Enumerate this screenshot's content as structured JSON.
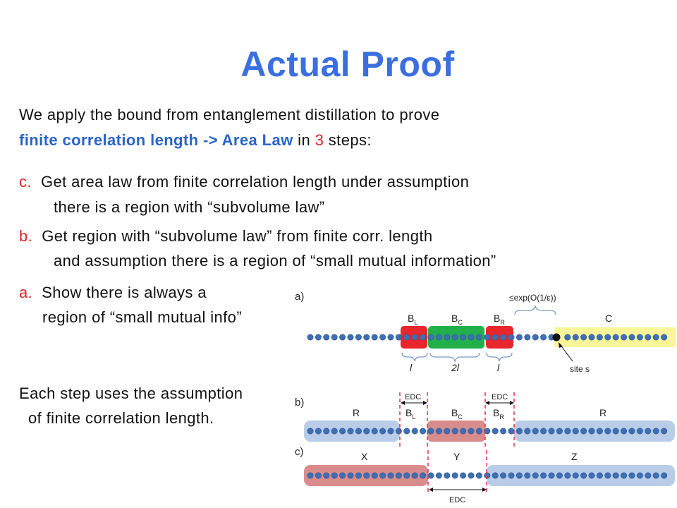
{
  "title": "Actual Proof",
  "intro": {
    "line1": "We apply the bound from entanglement distillation to prove",
    "highlight": "finite correlation length -> Area Law",
    "in": " in ",
    "count": "3",
    "steps": " steps:"
  },
  "steps": [
    {
      "label": "c.",
      "line1": "Get area law from finite correlation length under assumption",
      "line2": "there is a region with “subvolume law”"
    },
    {
      "label": "b.",
      "line1": "Get region with “subvolume law” from finite corr. length",
      "line2": "and assumption there is a region of “small mutual information”"
    },
    {
      "label": "a.",
      "line1": "Show there is always a",
      "line2": "region of “small mutual info”"
    }
  ],
  "note": {
    "line1": "Each step uses the assumption",
    "line2": "of finite correlation length."
  },
  "diagram": {
    "panel_a": {
      "tag": "a)",
      "bl": "B",
      "bl_sub": "L",
      "bc": "B",
      "bc_sub": "C",
      "br": "B",
      "br_sub": "R",
      "c": "C",
      "exp": "≤exp(O(1/ε))",
      "l1": "l",
      "l2": "2l",
      "l3": "l",
      "site": "site s"
    },
    "panel_b": {
      "tag": "b)",
      "edc1": "EDC",
      "edc2": "EDC",
      "r1": "R",
      "r2": "R",
      "bl": "B",
      "bl_sub": "L",
      "bc": "B",
      "bc_sub": "C",
      "br": "B",
      "br_sub": "R"
    },
    "panel_c": {
      "tag": "c)",
      "x": "X",
      "y": "Y",
      "z": "Z",
      "edc": "EDC"
    },
    "colors": {
      "red": "#e8262b",
      "green": "#22b04b",
      "yellow": "#fbf59a",
      "light_blue": "#b9cde8",
      "pink": "#d98c8c",
      "dot": "#3d6fb5",
      "dashed": "#e0324a"
    }
  }
}
